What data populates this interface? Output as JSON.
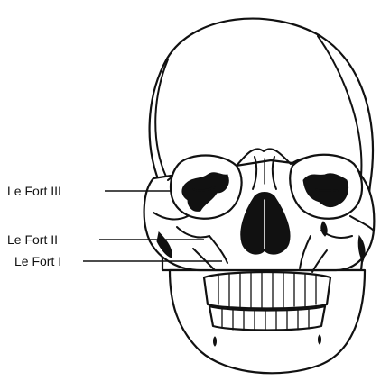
{
  "labels": {
    "le_fort_iii": "Le Fort III",
    "le_fort_ii": "Le Fort II",
    "le_fort_i": "Le Fort I"
  },
  "colors": {
    "line": "#111111",
    "background": "#ffffff"
  }
}
